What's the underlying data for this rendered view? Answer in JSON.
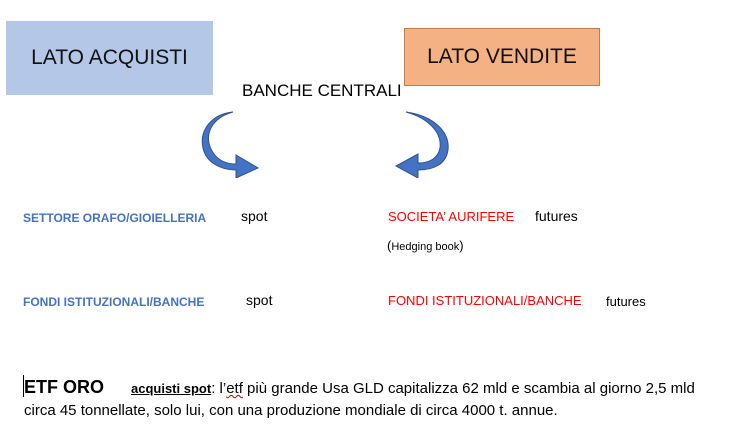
{
  "header": {
    "buy_side": "LATO ACQUISTI",
    "sell_side": "LATO VENDITE",
    "central_banks": "BANCHE CENTRALI"
  },
  "rows": [
    {
      "buy_label": "SETTORE ORAFO/GIOIELLERIA",
      "buy_type": "spot",
      "sell_label": "SOCIETA’ AURIFERE",
      "sell_type": "futures",
      "note_open": "(",
      "note": "Hedging book",
      "note_close": ")"
    },
    {
      "buy_label": "FONDI ISTITUZIONALI/BANCHE",
      "buy_type": "spot",
      "sell_label": "FONDI ISTITUZIONALI/BANCHE",
      "sell_type": "futures"
    }
  ],
  "etf": {
    "title": "ETF ORO",
    "spot_label": "acquisti spot",
    "colon": ":",
    "line1_a": " l’",
    "line1_word": "etf",
    "line1_b": " più grande Usa GLD capitalizza 62 mld e scambia al giorno 2,5 mld",
    "line2": "circa 45 tonnellate, solo lui, con una produzione mondiale di circa 4000 t. annue."
  },
  "colors": {
    "buy_box": "#b4c7e7",
    "sell_box": "#f4b183",
    "arrow": "#4472c4",
    "buy_text": "#4472c4",
    "sell_text": "#ff0000"
  }
}
